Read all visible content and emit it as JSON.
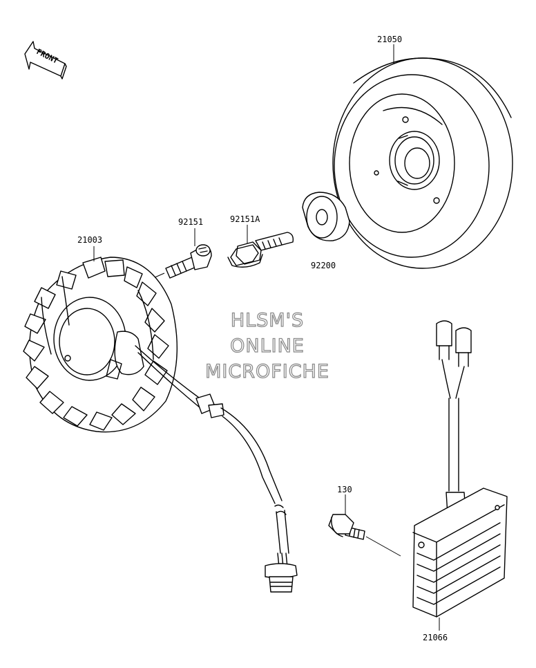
{
  "front_badge": {
    "text": "FRONT"
  },
  "labels": {
    "flywheel": "21050",
    "stator": "21003",
    "bolt": "92151",
    "bolt_a": "92151A",
    "collar": "92200",
    "small_bolt": "130",
    "regulator": "21066"
  },
  "watermark": {
    "line1": "HLSM'S",
    "line2": "ONLINE",
    "line3": "MICROFICHE"
  }
}
